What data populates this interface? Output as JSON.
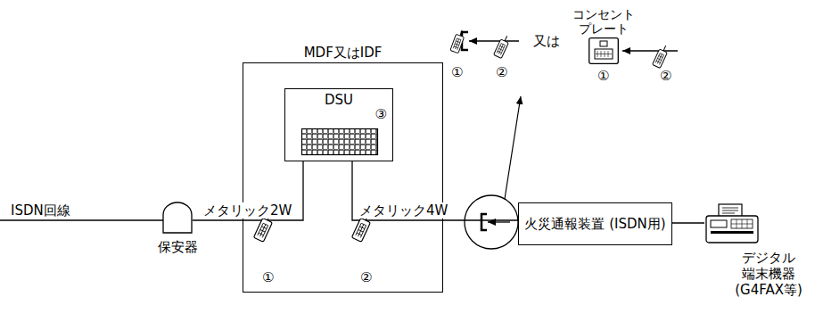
{
  "diagram": {
    "nodes": [
      {
        "text": [
          "保安器"
        ]
      },
      {
        "text": [
          "MDF又はIDF"
        ]
      },
      {
        "text": [
          "DSU",
          "③"
        ],
        "in": 1
      },
      {
        "text": [
          "火災通報装置 (ISDN用)"
        ]
      },
      {
        "text": [
          "デジタル 端末機器 (G4FAX等)"
        ]
      },
      {
        "text": [
          "コンセント プレート"
        ]
      }
    ],
    "edges": [
      {
        "from": 0,
        "to": 2,
        "arrow": "none",
        "label": "メタリック2W"
      },
      {
        "from": 2,
        "to": 3,
        "arrow": "none",
        "label": "メタリック4W"
      },
      {
        "from": 3,
        "to": 4,
        "arrow": "none"
      }
    ],
    "labels": [
      "ISDN回線",
      "①",
      "②",
      "①",
      "②",
      "又は",
      "①",
      "②"
    ]
  }
}
